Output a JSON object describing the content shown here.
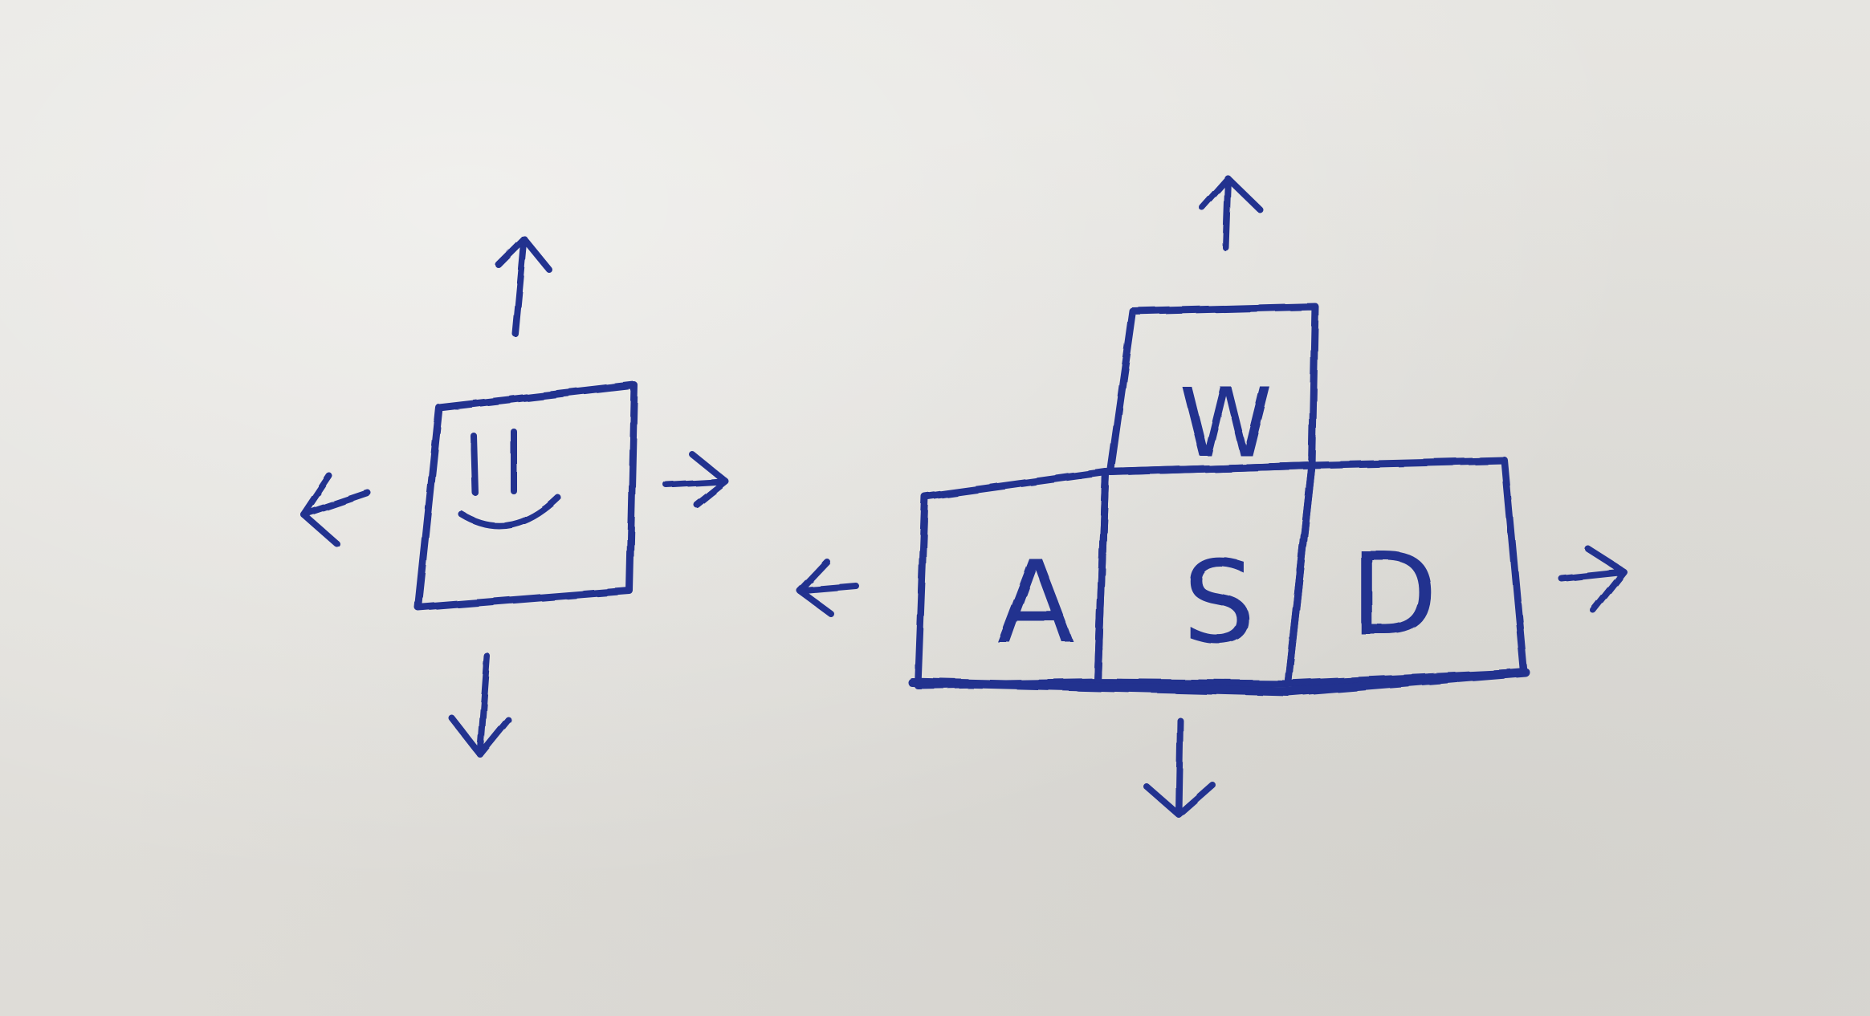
{
  "ink_color": "#22308f",
  "paper_color": "#e4e3df",
  "character_diagram": {
    "icon": "smiley-face-icon",
    "arrows": [
      "arrow-up-icon",
      "arrow-down-icon",
      "arrow-left-icon",
      "arrow-right-icon"
    ]
  },
  "key_diagram": {
    "keys": [
      {
        "id": "w",
        "label": "W",
        "direction": "up"
      },
      {
        "id": "a",
        "label": "A",
        "direction": "left"
      },
      {
        "id": "s",
        "label": "S",
        "direction": "down"
      },
      {
        "id": "d",
        "label": "D",
        "direction": "right"
      }
    ],
    "arrows": [
      "arrow-up-icon",
      "arrow-left-icon",
      "arrow-down-icon",
      "arrow-right-icon"
    ]
  }
}
